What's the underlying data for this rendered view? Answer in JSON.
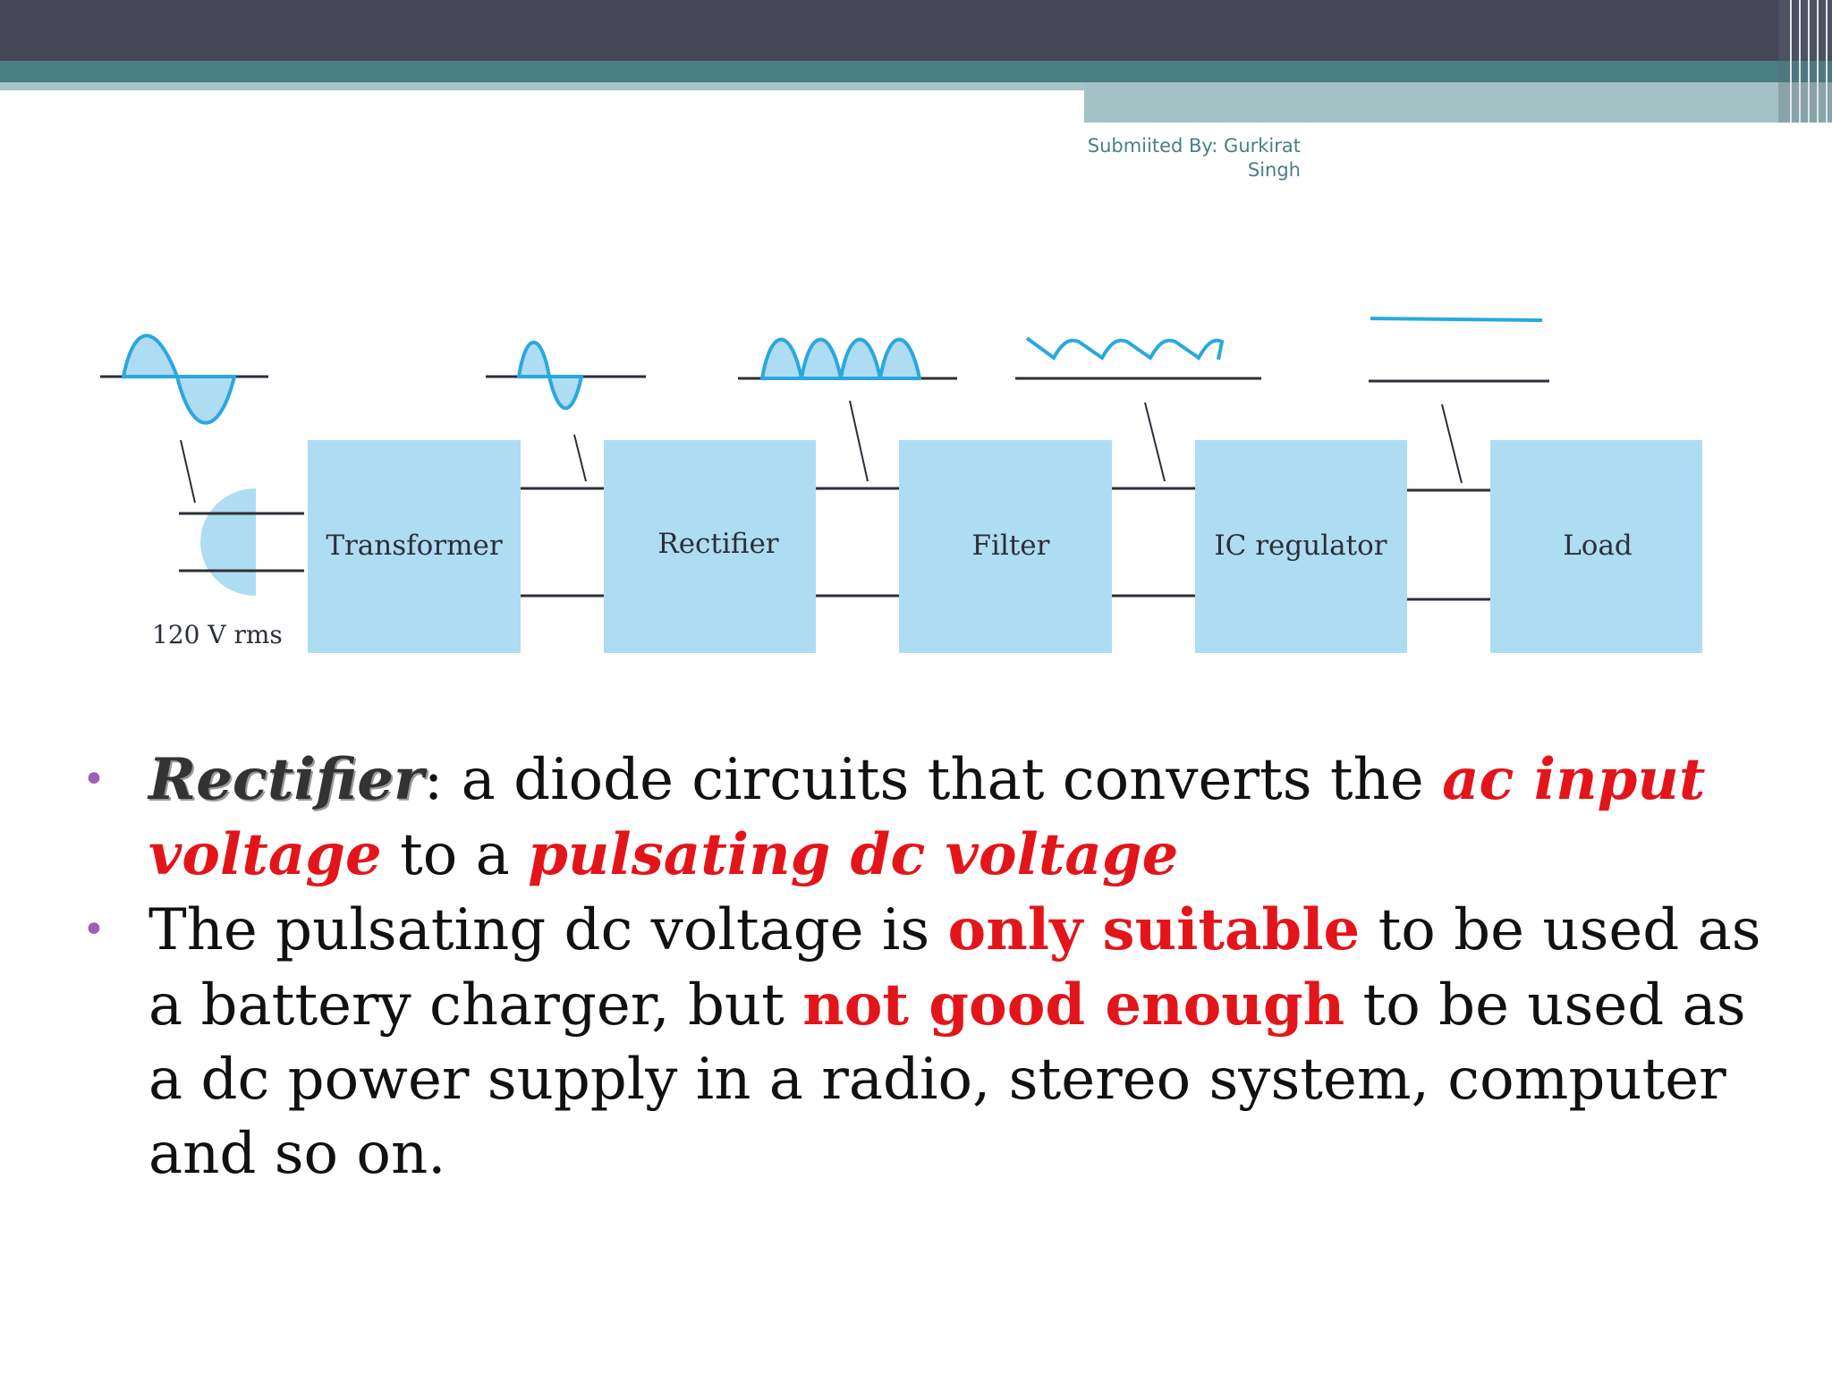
{
  "header": {
    "submitted_line1": "Submiited By: Gurkirat",
    "submitted_line2": "Singh"
  },
  "diagram": {
    "source_label": "120 V rms",
    "blocks": [
      "Transformer",
      "Rectifier",
      "Filter",
      "IC regulator",
      "Load"
    ],
    "colors": {
      "block_fill": "#aedcf3",
      "wave": "#29a8df",
      "wave_fill": "#aedcf3",
      "line": "#2b2f3a"
    }
  },
  "bullets": [
    {
      "term": "Rectifier",
      "t1": ": a diode circuits that converts the ",
      "h1": "ac input voltage",
      "t2": " to a ",
      "h2": "pulsating dc voltage",
      "t3": ""
    },
    {
      "t0": "The pulsating dc voltage is ",
      "h1": "only suitable",
      "t1": " to be used as a battery charger, but ",
      "h2": "not good enough",
      "t2": " to be used as a dc power supply in a radio, stereo system, computer and so on."
    }
  ],
  "theme": {
    "accent_red": "#e3151a",
    "bullet_color": "#9b5fb8",
    "header_dark": "#474657",
    "header_teal": "#4a7f84"
  }
}
